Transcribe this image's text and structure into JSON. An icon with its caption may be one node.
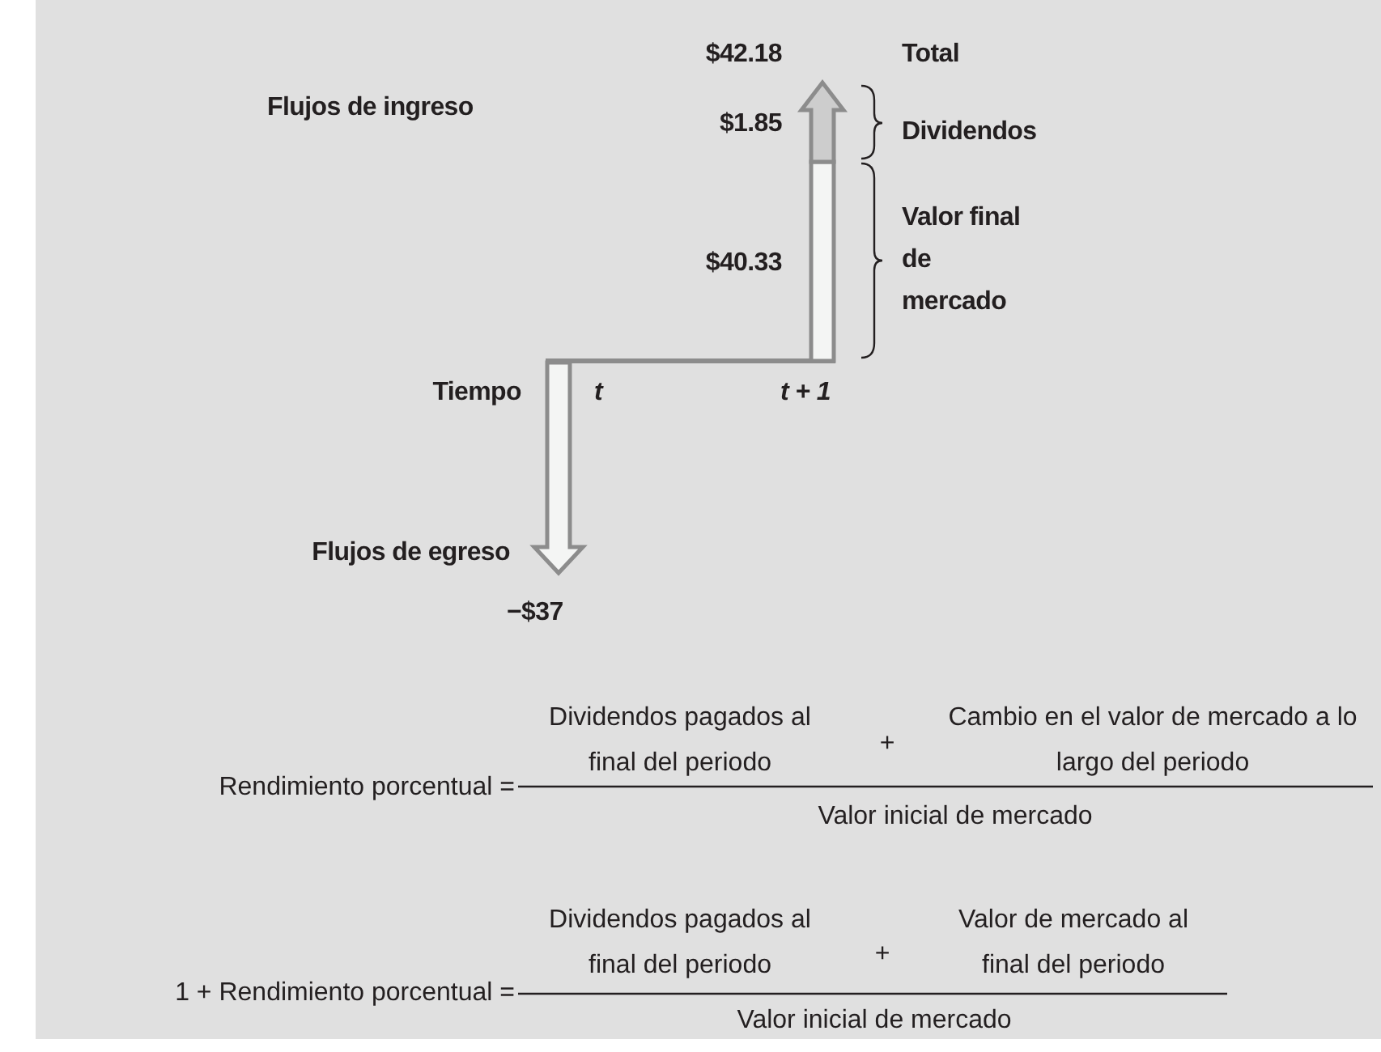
{
  "diagram": {
    "labels": [
      "$42.18",
      "Total",
      "Flujos de ingreso",
      "$1.85",
      "Dividendos",
      "$40.33",
      "Valor final de mercado",
      "Tiempo",
      "t",
      "t + 1",
      "Flujos de egreso",
      "−$37",
      "Rendimiento porcentual =",
      "Dividendos pagados al final del periodo",
      "+",
      "Cambio en el valor de mercado a lo largo del periodo",
      "Valor inicial de mercado",
      "1 + Rendimiento porcentual =",
      "Dividendos pagados al final del periodo",
      "+",
      "Valor de mercado al final del periodo",
      "Valor inicial de mercado"
    ]
  }
}
